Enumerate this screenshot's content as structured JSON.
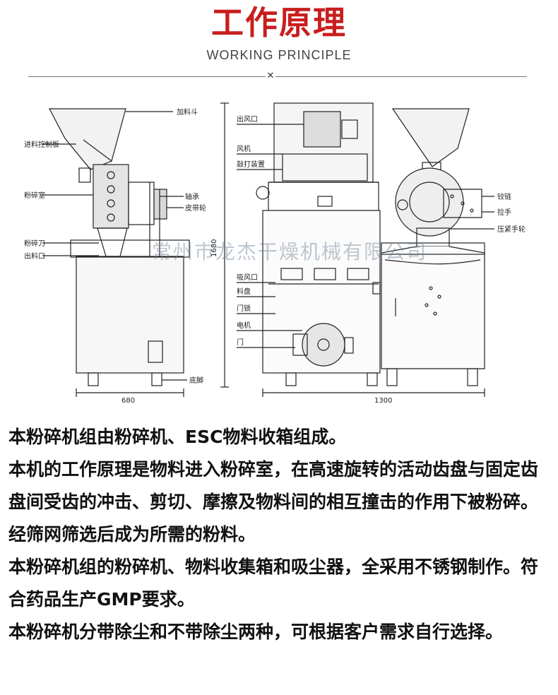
{
  "header": {
    "title": "工作原理",
    "subtitle": "WORKING PRINCIPLE",
    "divider_mark": "✕"
  },
  "drawing": {
    "watermark": "常州市龙杰干燥机械有限公司",
    "left_view": {
      "labels": {
        "hopper": "加料斗",
        "feed_control_plate": "进料控制板",
        "grinding_chamber": "粉碎室",
        "bearing": "轴承",
        "belt_pulley": "皮带轮",
        "grinding_blade": "粉碎刀",
        "outlet": "出料口",
        "base_foot": "底脚"
      },
      "width_dim": "680"
    },
    "middle_view": {
      "labels": {
        "air_outlet": "出风口",
        "fan": "风机",
        "rapping_device": "敲打装置",
        "suction_port": "吸风口",
        "material_tray": "料盘",
        "door_lock": "门锁",
        "motor": "电机",
        "door": "门"
      },
      "height_dim": "1680",
      "width_dim": "1300"
    },
    "right_view": {
      "labels": {
        "hinge": "铰链",
        "handle": "拉手",
        "clamp_wheel": "压紧手轮"
      }
    }
  },
  "description": {
    "paragraphs": [
      "本粉碎机组由粉碎机、ESC物料收箱组成。",
      "本机的工作原理是物料进入粉碎室，在高速旋转的活动齿盘与固定齿盘间受齿的冲击、剪切、摩擦及物料间的相互撞击的作用下被粉碎。经筛网筛选后成为所需的粉料。",
      "本粉碎机组的粉碎机、物料收集箱和吸尘器，全采用不锈钢制作。符合药品生产GMP要求。",
      "本粉碎机分带除尘和不带除尘两种，可根据客户需求自行选择。"
    ]
  }
}
